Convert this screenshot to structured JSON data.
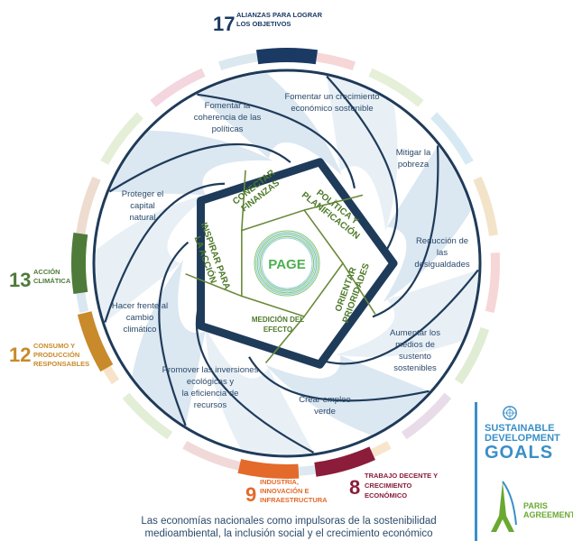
{
  "title_sdg17": {
    "number": "17",
    "lines": [
      "ALIANZAS PARA LOGRAR",
      "LOS OBJETIVOS"
    ],
    "color": "#1a3a64"
  },
  "sdg13": {
    "number": "13",
    "lines": [
      "ACCIÓN",
      "CLIMÁTICA"
    ],
    "color": "#4e7a3a"
  },
  "sdg12": {
    "number": "12",
    "lines": [
      "CONSUMO Y",
      "PRODUCCIÓN",
      "RESPONSABLES"
    ],
    "color": "#c88a2a"
  },
  "sdg9": {
    "number": "9",
    "lines": [
      "INDUSTRIA,",
      "INNOVACIÓN E",
      "INFRAESTRUCTURA"
    ],
    "color": "#e36a2a"
  },
  "sdg8": {
    "number": "8",
    "lines": [
      "TRABAJO DECENTE Y",
      "CRECIMIENTO",
      "ECONÓMICO"
    ],
    "color": "#8b1c3a"
  },
  "outer_labels": [
    {
      "lines": [
        "Fomentar la",
        "coherencia de las",
        "políticas"
      ]
    },
    {
      "lines": [
        "Fomentar un crecimiento",
        "económico sostenible"
      ]
    },
    {
      "lines": [
        "Mitigar la",
        "pobreza"
      ]
    },
    {
      "lines": [
        "Reducción de",
        "las",
        "desigualdades"
      ]
    },
    {
      "lines": [
        "Aumentar los",
        "medios de",
        "sustento",
        "sostenibles"
      ]
    },
    {
      "lines": [
        "Crear empleo",
        "verde"
      ]
    },
    {
      "lines": [
        "Promover las inversiones",
        "ecológicas y",
        "la eficiencia de",
        "recursos"
      ]
    },
    {
      "lines": [
        "Hacer frente al",
        "cambio",
        "climático"
      ]
    },
    {
      "lines": [
        "Proteger el",
        "capital",
        "natural"
      ]
    }
  ],
  "inner_labels": [
    {
      "lines": [
        "CONECTAR",
        "FINANZAS"
      ]
    },
    {
      "lines": [
        "POLÍTICA Y",
        "PLANIFICACIÓN"
      ]
    },
    {
      "lines": [
        "ORIENTAR",
        "PRIORIDADES"
      ]
    },
    {
      "lines": [
        "MEDICIÓN DEL",
        "EFECTO"
      ]
    },
    {
      "lines": [
        "INSPIRAR PARA",
        "LA ACCIÓN"
      ]
    }
  ],
  "center_label": "PAGE",
  "caption": [
    "Las economías nacionales como impulsoras de la sostenibilidad",
    "medioambiental, la inclusión social y el crecimiento económico"
  ],
  "sdg_logo": {
    "line1": "SUSTAINABLE",
    "line2": "DEVELOPMENT",
    "line3": "GOALS"
  },
  "paris": [
    "PARIS",
    "AGREEMENT"
  ],
  "colors": {
    "navy": "#1f3b5a",
    "green_text": "#4e7a2a",
    "pale_blue": "#d9e6f0",
    "text_blue": "#2b4a6b",
    "page_green": "#4caf50"
  }
}
